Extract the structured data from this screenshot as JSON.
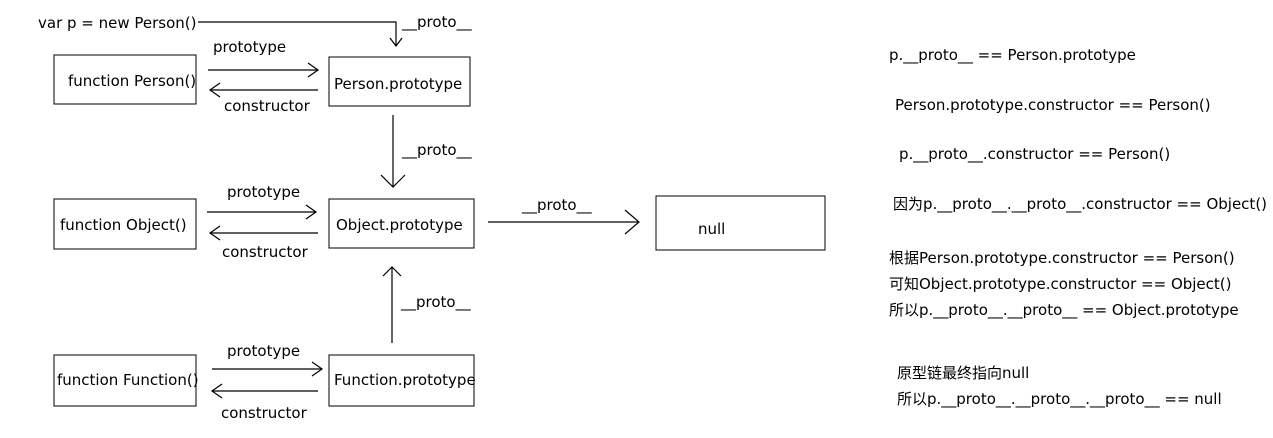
{
  "diagram": {
    "new_instance": "var p = new Person()",
    "boxes": {
      "function_person": "function Person()",
      "person_prototype": "Person.prototype",
      "function_object": "function Object()",
      "object_prototype": "Object.prototype",
      "null_box": "null",
      "function_function": "function Function()",
      "function_prototype": "Function.prototype"
    },
    "labels": {
      "proto": "__proto__",
      "prototype": "prototype",
      "constructor": "constructor"
    }
  },
  "notes": {
    "n1": "p.__proto__ == Person.prototype",
    "n2": "Person.prototype.constructor ==  Person()",
    "n3": "p.__proto__.constructor ==  Person()",
    "n4": "因为p.__proto__.__proto__.constructor == Object()",
    "n5": "根据Person.prototype.constructor == Person()",
    "n6": "可知Object.prototype.constructor == Object()",
    "n7": "所以p.__proto__.__proto__ == Object.prototype",
    "n8": "原型链最终指向null",
    "n9": "所以p.__proto__.__proto__.__proto__ == null"
  }
}
